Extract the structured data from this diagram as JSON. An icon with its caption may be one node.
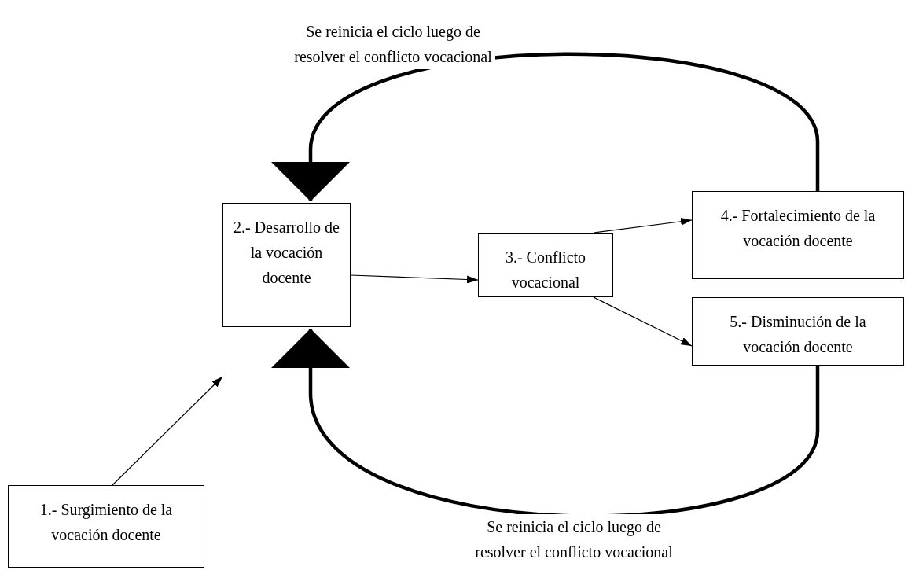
{
  "diagram": {
    "nodes": [
      {
        "text": [
          "1.- Surgimiento de la vocación docente"
        ]
      },
      {
        "text": [
          "2.- Desarrollo de la vocación docente"
        ]
      },
      {
        "text": [
          "3.- Conflicto vocacional"
        ]
      },
      {
        "text": [
          "4.- Fortalecimiento de la vocación docente"
        ]
      },
      {
        "text": [
          "5.- Disminución de la vocación docente"
        ]
      }
    ],
    "edges": [
      {
        "from": 0,
        "to": 1,
        "arrow": "to"
      },
      {
        "from": 1,
        "to": 2,
        "arrow": "to"
      },
      {
        "from": 2,
        "to": 3,
        "arrow": "to"
      },
      {
        "from": 2,
        "to": 4,
        "arrow": "to"
      },
      {
        "from": 3,
        "to": 1,
        "arrow": "to",
        "style": "thick",
        "label": "Se reinicia el ciclo luego de resolver el conflicto vocacional"
      },
      {
        "from": 4,
        "to": 1,
        "arrow": "to",
        "style": "thick",
        "label": "Se reinicia el ciclo luego de resolver el conflicto vocacional"
      }
    ]
  }
}
